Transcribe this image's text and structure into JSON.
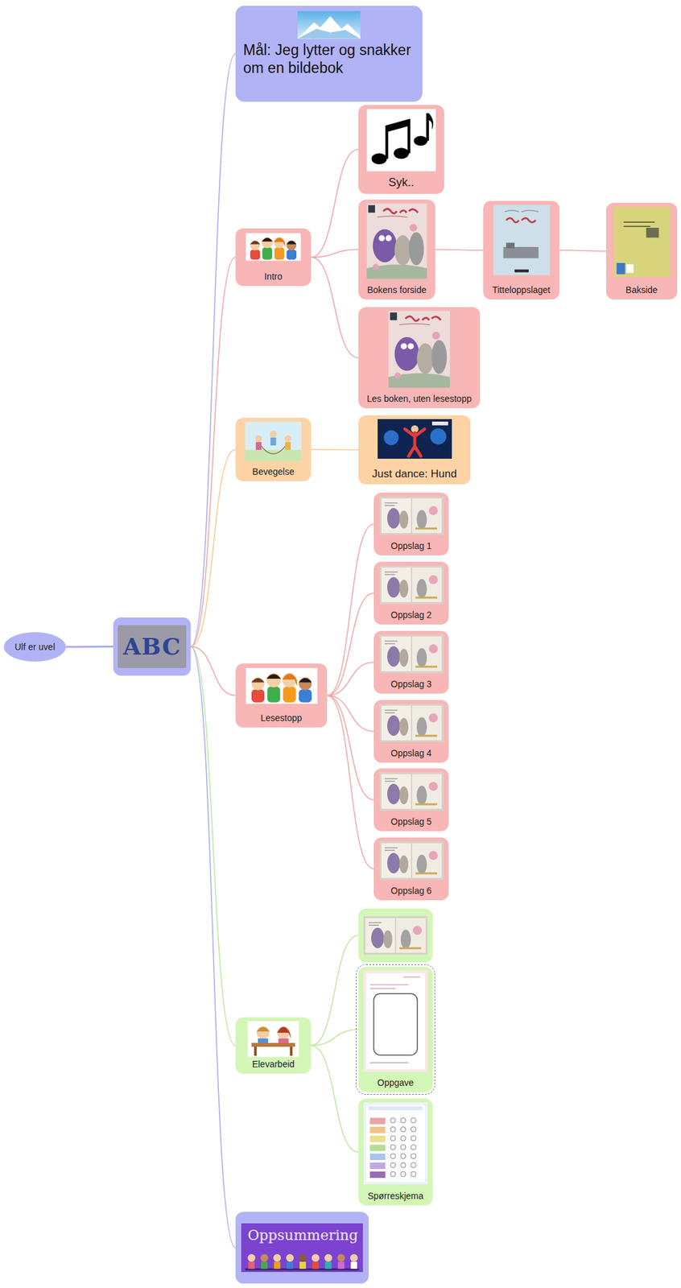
{
  "diagram": {
    "nodes": [
      {
        "text": [
          "Ulf er uvel"
        ]
      },
      {
        "text": [
          "ABC"
        ]
      },
      {
        "text": [
          "Mål: Jeg lytter og snakker om en bildebok"
        ]
      },
      {
        "text": [
          "Intro"
        ]
      },
      {
        "text": [
          "Syk.."
        ]
      },
      {
        "text": [
          "Bokens forside"
        ]
      },
      {
        "text": [
          "Titteloppslaget"
        ]
      },
      {
        "text": [
          "Bakside"
        ]
      },
      {
        "text": [
          "Les boken, uten lesestopp"
        ]
      },
      {
        "text": [
          "Bevegelse"
        ]
      },
      {
        "text": [
          "Just dance: Hund"
        ]
      },
      {
        "text": [
          "Lesestopp"
        ]
      },
      {
        "text": [
          "Oppslag 1"
        ]
      },
      {
        "text": [
          "Oppslag 2"
        ]
      },
      {
        "text": [
          "Oppslag 3"
        ]
      },
      {
        "text": [
          "Oppslag 4"
        ]
      },
      {
        "text": [
          "Oppslag 5"
        ]
      },
      {
        "text": [
          "Oppslag 6"
        ]
      },
      {
        "text": [
          "Elevarbeid"
        ]
      },
      {
        "text": []
      },
      {
        "text": [
          "Oppgave"
        ]
      },
      {
        "text": [
          "Spørreskjema"
        ]
      },
      {
        "text": [
          "Oppsummering"
        ]
      }
    ],
    "edges": [
      {
        "from": 0,
        "to": 1,
        "arrow": "none"
      },
      {
        "from": 1,
        "to": 2,
        "arrow": "none"
      },
      {
        "from": 1,
        "to": 3,
        "arrow": "none"
      },
      {
        "from": 3,
        "to": 4,
        "arrow": "none"
      },
      {
        "from": 3,
        "to": 5,
        "arrow": "none"
      },
      {
        "from": 5,
        "to": 6,
        "arrow": "none"
      },
      {
        "from": 6,
        "to": 7,
        "arrow": "none"
      },
      {
        "from": 3,
        "to": 8,
        "arrow": "none"
      },
      {
        "from": 1,
        "to": 9,
        "arrow": "none"
      },
      {
        "from": 9,
        "to": 10,
        "arrow": "none"
      },
      {
        "from": 1,
        "to": 11,
        "arrow": "none"
      },
      {
        "from": 11,
        "to": 12,
        "arrow": "none"
      },
      {
        "from": 11,
        "to": 13,
        "arrow": "none"
      },
      {
        "from": 11,
        "to": 14,
        "arrow": "none"
      },
      {
        "from": 11,
        "to": 15,
        "arrow": "none"
      },
      {
        "from": 11,
        "to": 16,
        "arrow": "none"
      },
      {
        "from": 11,
        "to": 17,
        "arrow": "none"
      },
      {
        "from": 1,
        "to": 18,
        "arrow": "none"
      },
      {
        "from": 18,
        "to": 19,
        "arrow": "none"
      },
      {
        "from": 18,
        "to": 20,
        "arrow": "none"
      },
      {
        "from": 18,
        "to": 21,
        "arrow": "none"
      },
      {
        "from": 1,
        "to": 22,
        "arrow": "none"
      }
    ]
  }
}
